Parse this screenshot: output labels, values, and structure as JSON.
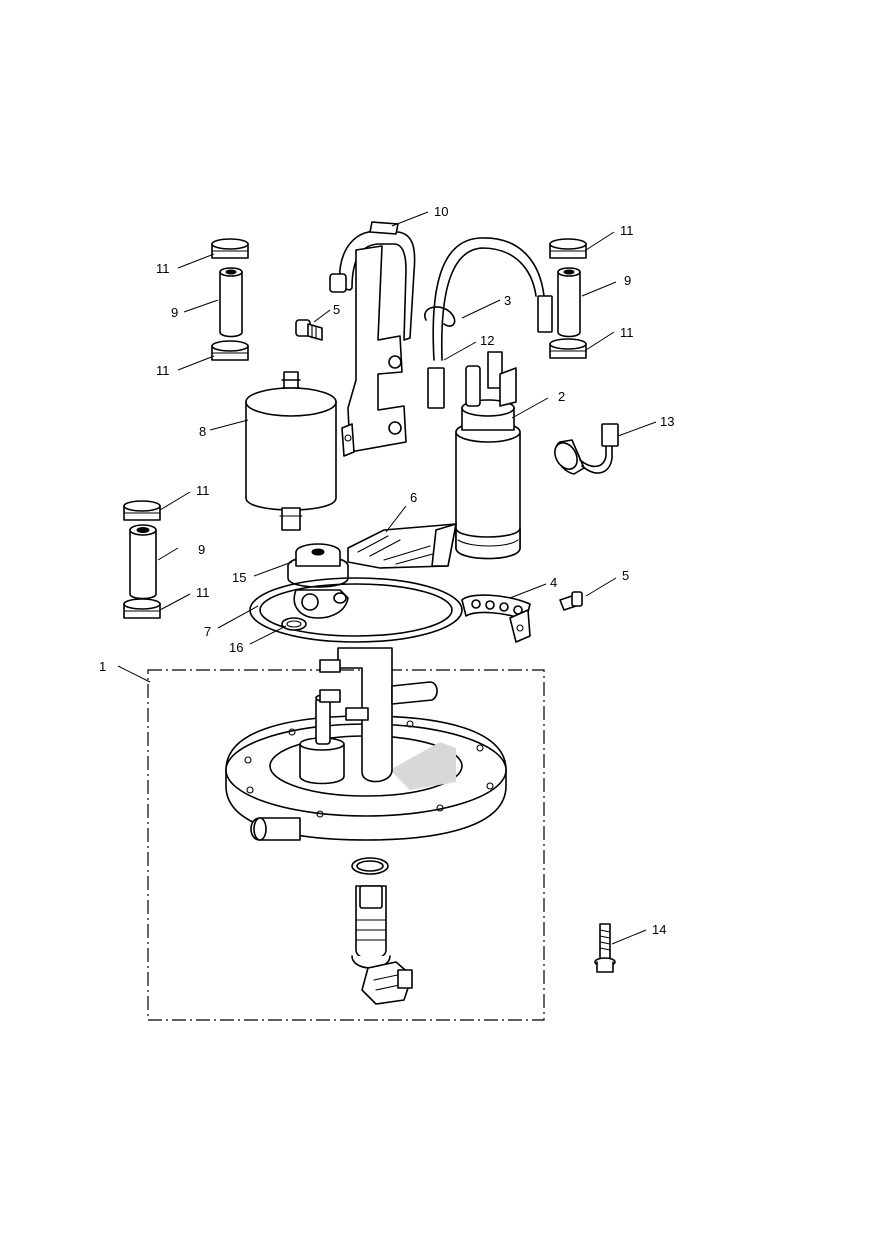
{
  "callouts": {
    "c1": "1",
    "c2": "2",
    "c3": "3",
    "c4": "4",
    "c5a": "5",
    "c5b": "5",
    "c6": "6",
    "c7": "7",
    "c8": "8",
    "c9a": "9",
    "c9b": "9",
    "c9c": "9",
    "c10": "10",
    "c11a": "11",
    "c11b": "11",
    "c11c": "11",
    "c11d": "11",
    "c11e": "11",
    "c11f": "11",
    "c12": "12",
    "c13": "13",
    "c14": "14",
    "c15": "15",
    "c16": "16"
  }
}
